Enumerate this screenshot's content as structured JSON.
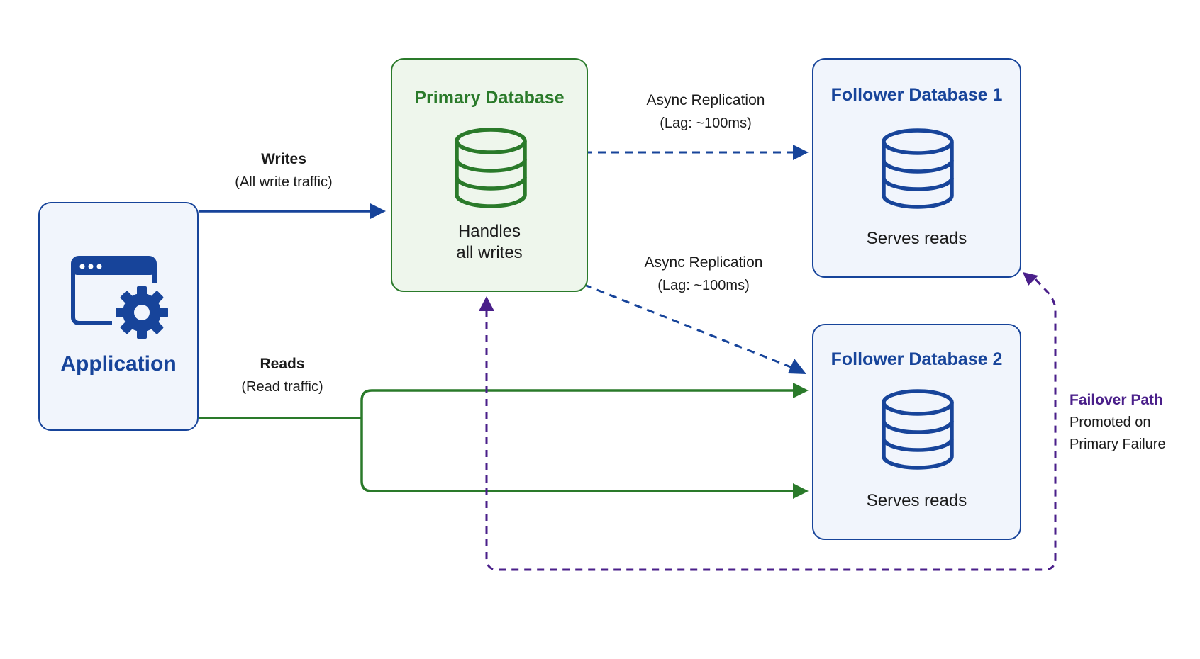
{
  "colors": {
    "blue": "#17449a",
    "green": "#2a7a2a",
    "purple": "#4a1f8a"
  },
  "nodes": {
    "application": {
      "title": "Application",
      "icon": "app-settings-icon"
    },
    "primary": {
      "title": "Primary Database",
      "line1": "Handles",
      "line2": "all writes",
      "icon": "database-icon"
    },
    "follower1": {
      "title": "Follower Database 1",
      "subtitle": "Serves reads",
      "icon": "database-icon"
    },
    "follower2": {
      "title": "Follower Database 2",
      "subtitle": "Serves reads",
      "icon": "database-icon"
    }
  },
  "edges": {
    "writes": {
      "label": "Writes",
      "sublabel": "(All write traffic)"
    },
    "reads": {
      "label": "Reads",
      "sublabel": "(Read traffic)"
    },
    "replication1": {
      "label": "Async Replication",
      "sublabel": "(Lag: ~100ms)"
    },
    "replication2": {
      "label": "Async Replication",
      "sublabel": "(Lag: ~100ms)"
    },
    "failover": {
      "label": "Failover Path",
      "line1": "Promoted on",
      "line2": "Primary Failure"
    }
  }
}
